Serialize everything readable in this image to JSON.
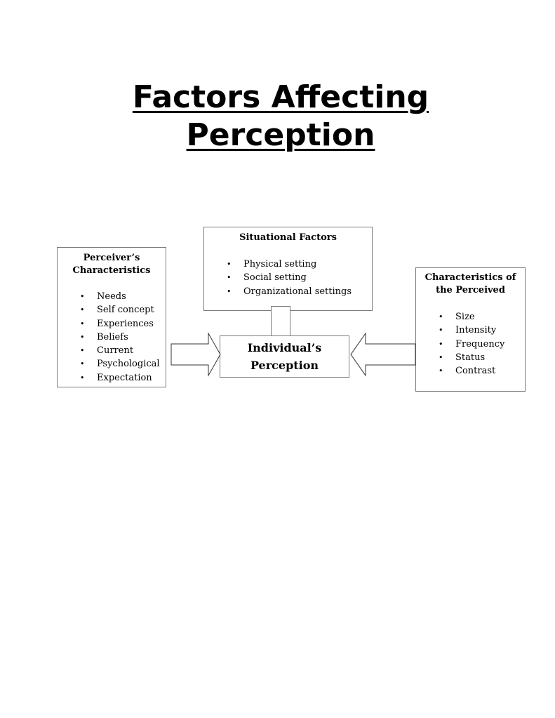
{
  "title": {
    "line1": "Factors Affecting",
    "line2": "Perception"
  },
  "perceiver": {
    "heading_line1": "Perceiver’s",
    "heading_line2": "Characteristics",
    "items": [
      "Needs",
      "Self concept",
      "Experiences",
      "Beliefs",
      "Current",
      "Psychological",
      "Expectation"
    ]
  },
  "situational": {
    "heading": "Situational Factors",
    "items": [
      "Physical setting",
      "Social setting",
      "Organizational settings"
    ]
  },
  "perceived": {
    "heading_line1": "Characteristics of",
    "heading_line2": "the Perceived",
    "items": [
      "Size",
      "Intensity",
      "Frequency",
      "Status",
      "Contrast"
    ]
  },
  "center": {
    "line1": "Individual’s",
    "line2": "Perception"
  },
  "bullet_glyph": "•"
}
